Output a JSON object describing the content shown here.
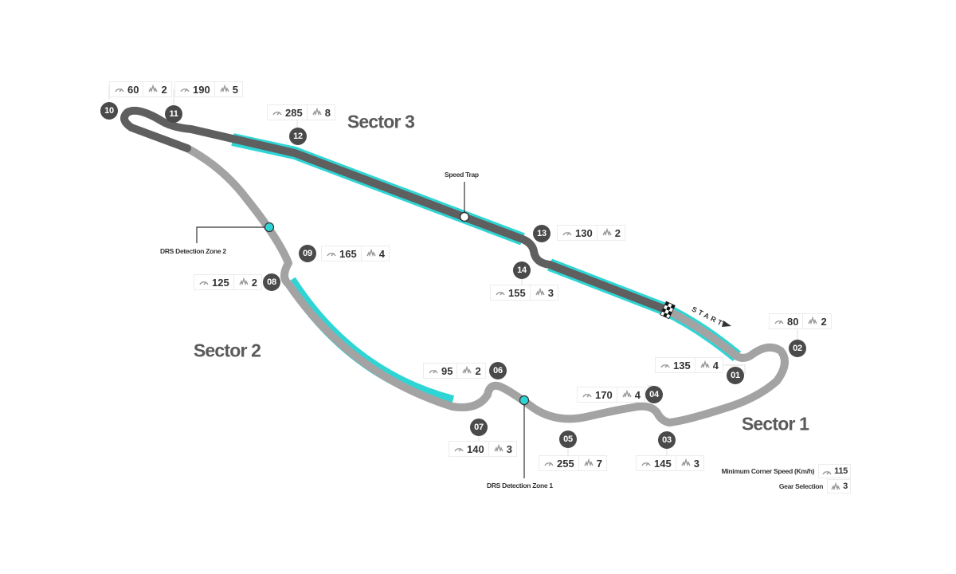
{
  "colors": {
    "track_dark": "#5f5f5f",
    "track_light": "#a3a3a3",
    "drs": "#2fd5d5",
    "turn_badge": "#4a4a4a",
    "sector_text": "#5a5a5a"
  },
  "sectors": [
    {
      "label": "Sector 1"
    },
    {
      "label": "Sector 2"
    },
    {
      "label": "Sector 3"
    }
  ],
  "start_label": "START",
  "speed_trap_label": "Speed Trap",
  "drs_zones": [
    {
      "label": "DRS Detection Zone 1"
    },
    {
      "label": "DRS Detection Zone 2"
    }
  ],
  "corners": [
    {
      "number": "01",
      "speed": "135",
      "gear": "4"
    },
    {
      "number": "02",
      "speed": "80",
      "gear": "2"
    },
    {
      "number": "03",
      "speed": "145",
      "gear": "3"
    },
    {
      "number": "04",
      "speed": "170",
      "gear": "4"
    },
    {
      "number": "05",
      "speed": "255",
      "gear": "7"
    },
    {
      "number": "06",
      "speed": "95",
      "gear": "2"
    },
    {
      "number": "07",
      "speed": "140",
      "gear": "3"
    },
    {
      "number": "08",
      "speed": "125",
      "gear": "2"
    },
    {
      "number": "09",
      "speed": "165",
      "gear": "4"
    },
    {
      "number": "10",
      "speed": "60",
      "gear": "2"
    },
    {
      "number": "11",
      "speed": "190",
      "gear": "5"
    },
    {
      "number": "12",
      "speed": "285",
      "gear": "8"
    },
    {
      "number": "13",
      "speed": "130",
      "gear": "2"
    },
    {
      "number": "14",
      "speed": "155",
      "gear": "3"
    }
  ],
  "legend": {
    "speed_label": "Minimum Corner Speed (Km/h)",
    "speed_value": "115",
    "gear_label": "Gear Selection",
    "gear_value": "3"
  },
  "icons": {
    "speed": "speedometer-icon",
    "gear": "gear-icon",
    "start": "chequered-flag-icon"
  }
}
